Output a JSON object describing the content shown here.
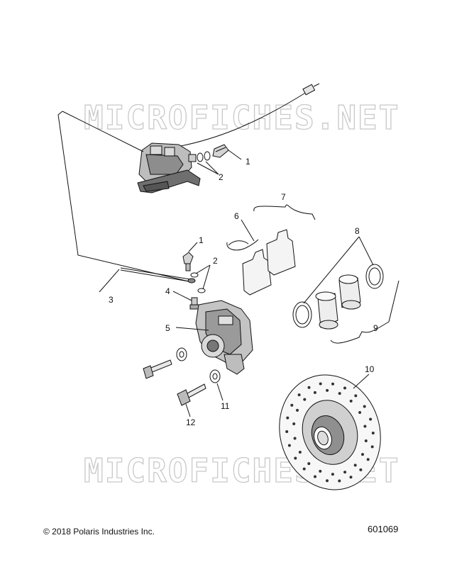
{
  "watermark": "MICROFICHES.NET",
  "copyright": "© 2018 Polaris Industries Inc.",
  "figure_number": "601069",
  "callouts": {
    "master_banjo_bolt": "1",
    "master_washers": "2",
    "caliper_banjo_bolt": "1",
    "caliper_washers": "2",
    "brake_line": "3",
    "bleeder": "4",
    "caliper": "5",
    "pad_spring": "6",
    "pads_group": "7",
    "seals": "8",
    "pistons_group": "9",
    "rotor": "10",
    "washer": "11",
    "bolt": "12"
  }
}
